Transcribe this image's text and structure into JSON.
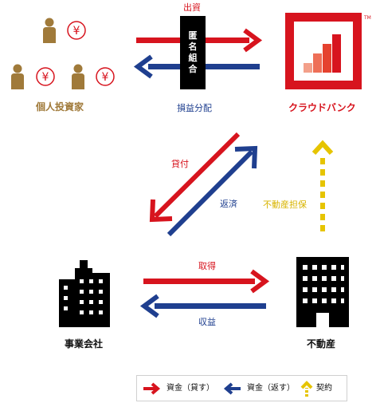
{
  "investors_label": "個人投資家",
  "yen_symbol": "¥",
  "anonymous_partnership": [
    "匿",
    "名",
    "組",
    "合"
  ],
  "investment_label": "出資",
  "profit_distribution_label": "損益分配",
  "crowdbank": {
    "name": "クラウドバンク",
    "trademark": "TM"
  },
  "loan_label": "貸付",
  "repayment_label": "返済",
  "real_estate_collateral_label": "不動産担保",
  "acquisition_label": "取得",
  "revenue_label": "収益",
  "company_label": "事業会社",
  "real_estate_label": "不動産",
  "legend": {
    "funds_lend": "資金（貸す）",
    "funds_return": "資金（返す）",
    "contract": "契約"
  },
  "colors": {
    "red": "#d7141e",
    "blue": "#1f3f8f",
    "yellow": "#e6c400",
    "gold": "#a07a3a"
  }
}
